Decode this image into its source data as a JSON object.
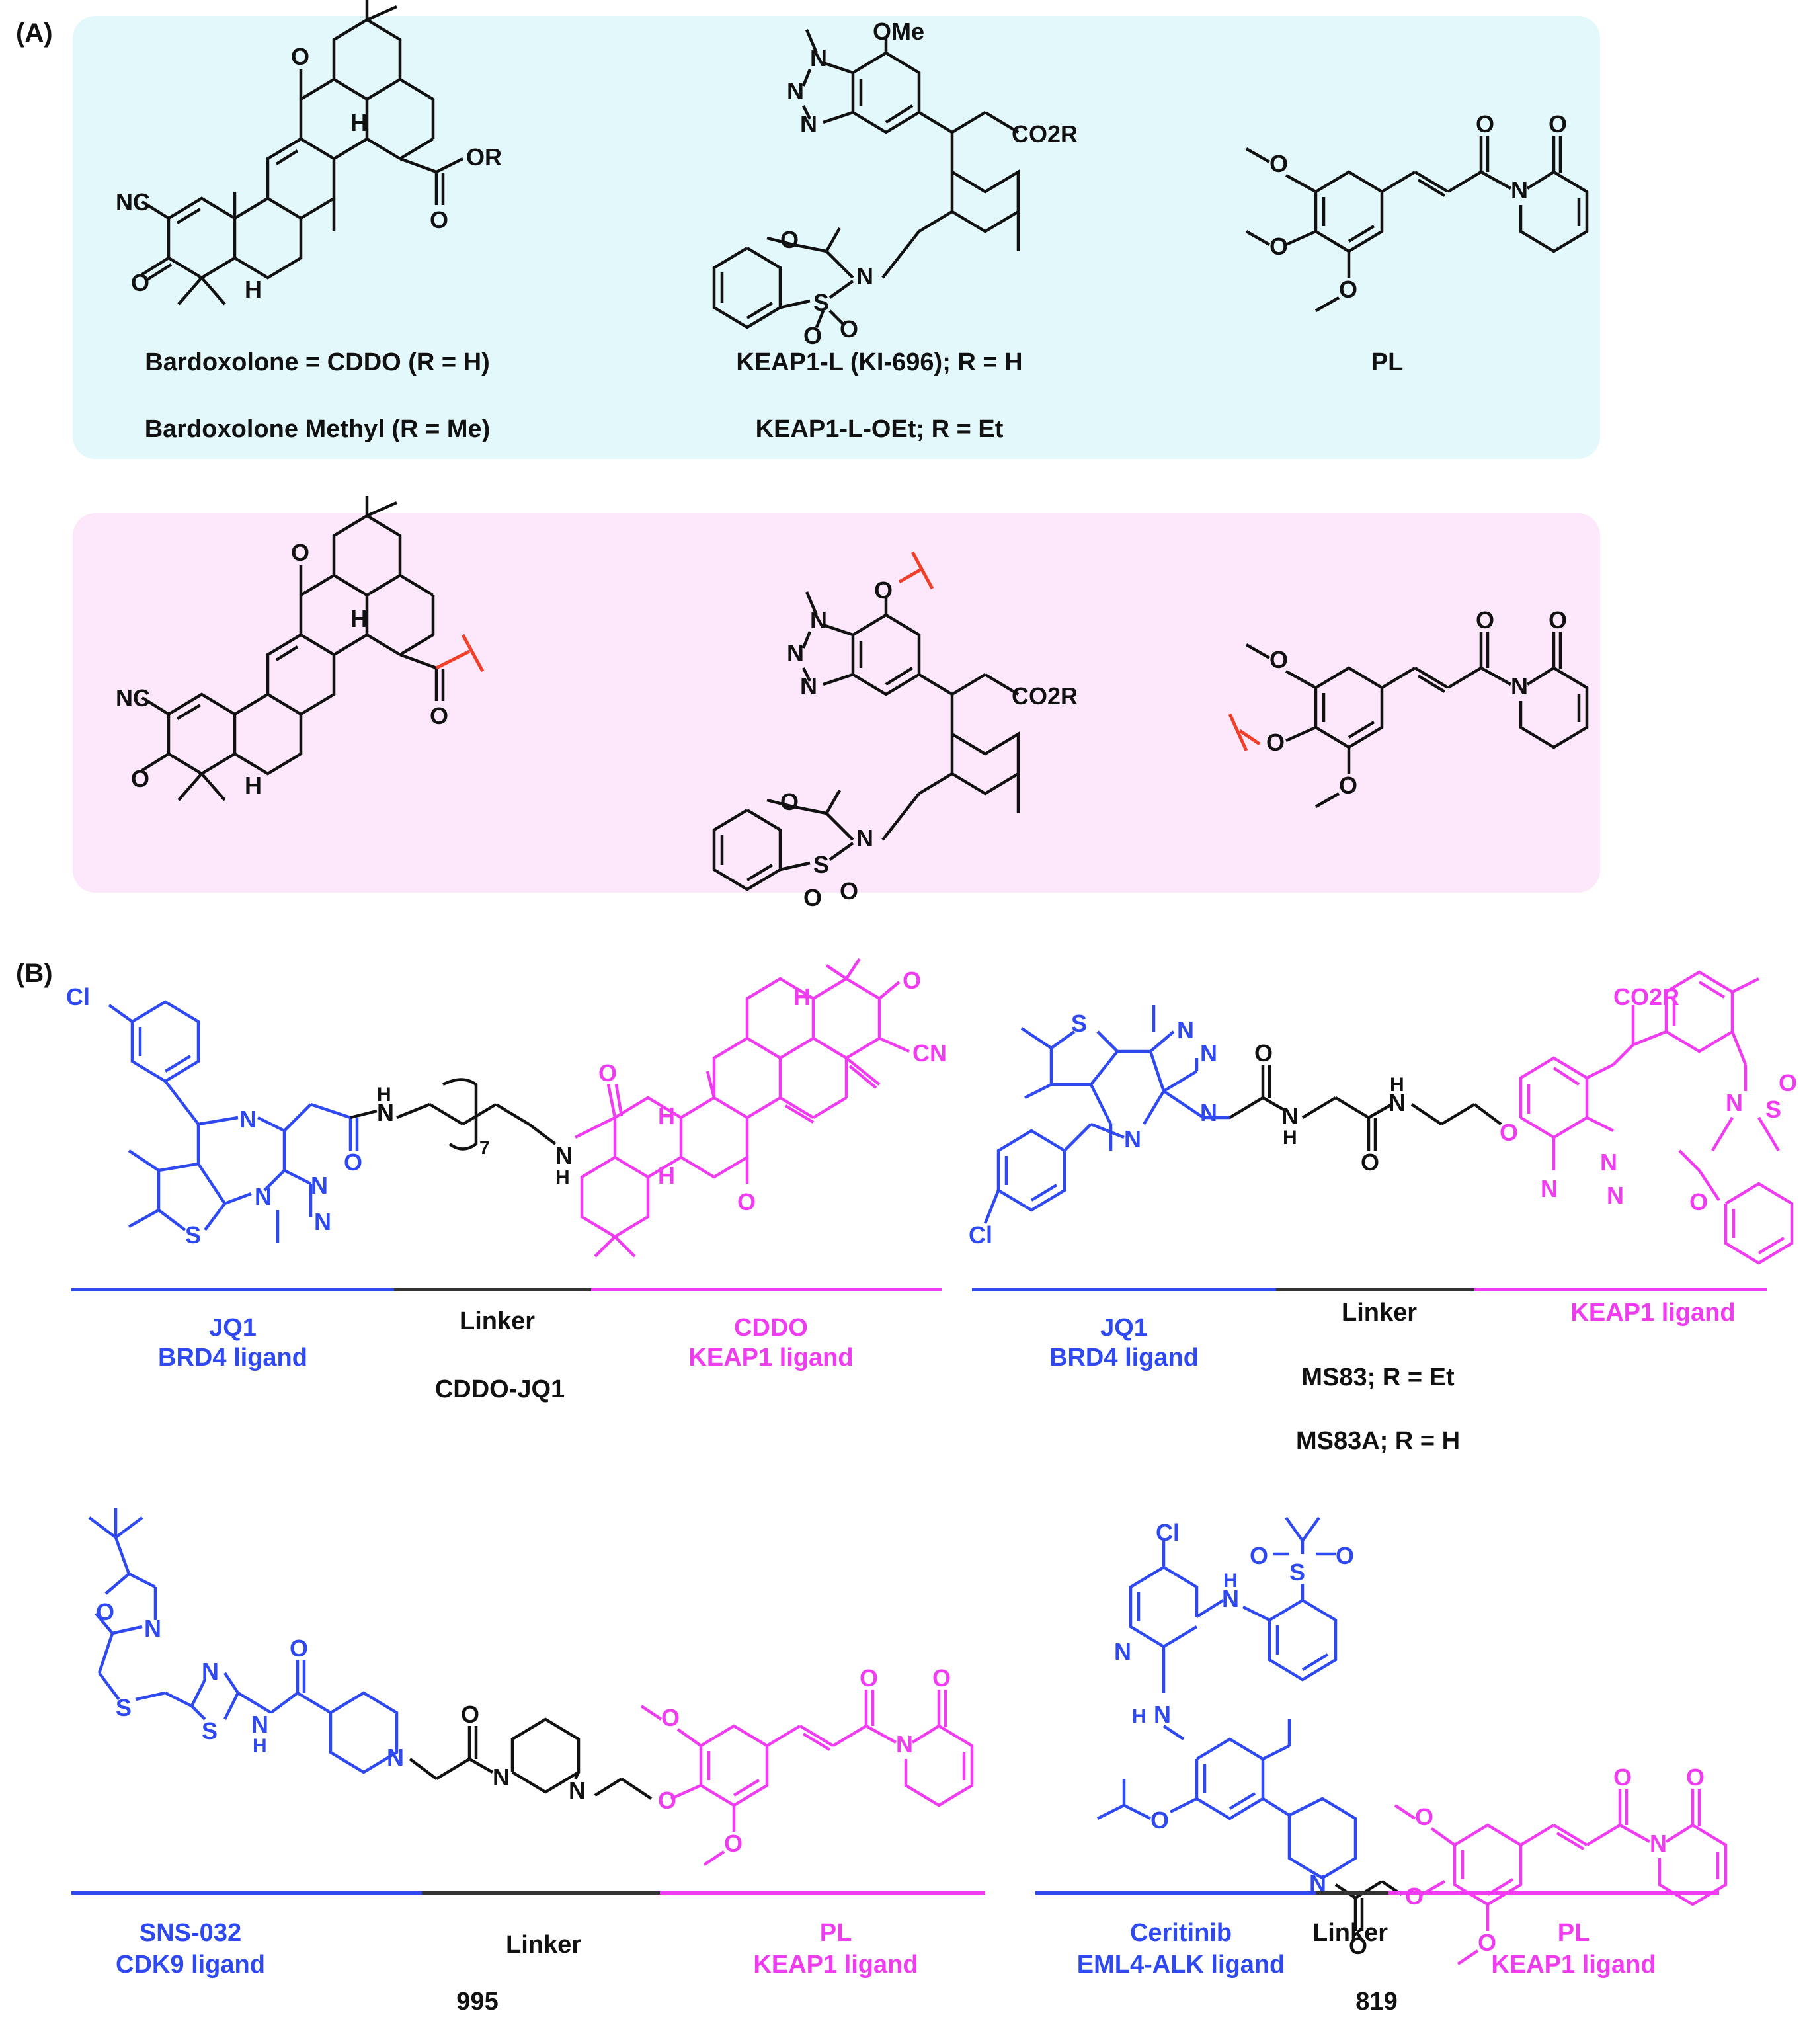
{
  "panels": {
    "a": "(A)",
    "b": "(B)"
  },
  "colors": {
    "box_top": "#e2f8fb",
    "box_bottom": "#fde7fb",
    "blue": "#2f49f0",
    "pink": "#f03cf0",
    "linker": "#111111",
    "attach": "#f0402a"
  },
  "top_row": {
    "cddo": {
      "line1": "Bardoxolone = CDDO (R = H)",
      "line2": "Bardoxolone Methyl  (R = Me)"
    },
    "keap1": {
      "line1": "KEAP1-L (KI-696); R = H",
      "line2": "KEAP1-L-OEt; R = Et"
    },
    "pl": {
      "line1": "PL"
    }
  },
  "atoms": {
    "nc": "NC",
    "cn": "CN",
    "o": "O",
    "or": "OR",
    "h": "H",
    "n": "N",
    "ome": "OMe",
    "co2r": "CO2R",
    "s": "S",
    "cl": "Cl",
    "seven": "7"
  },
  "b_row1": {
    "left": {
      "ligand1_name": "JQ1",
      "ligand1_desc": "BRD4 ligand",
      "linker": "Linker",
      "ligand2_name": "CDDO",
      "ligand2_desc": "KEAP1 ligand",
      "compound": "CDDO-JQ1"
    },
    "right": {
      "ligand1_name": "JQ1",
      "ligand1_desc": "BRD4 ligand",
      "linker": "Linker",
      "ligand2_desc": "KEAP1 ligand",
      "compound1": "MS83; R = Et",
      "compound2": "MS83A; R = H"
    }
  },
  "b_row2": {
    "left": {
      "ligand1_name": "SNS-032",
      "ligand1_desc": "CDK9 ligand",
      "linker": "Linker",
      "ligand2_name": "PL",
      "ligand2_desc": "KEAP1 ligand",
      "compound": "995"
    },
    "right": {
      "ligand1_name": "Ceritinib",
      "ligand1_desc": "EML4-ALK ligand",
      "linker": "Linker",
      "ligand2_name": "PL",
      "ligand2_desc": "KEAP1 ligand",
      "compound": "819"
    }
  }
}
